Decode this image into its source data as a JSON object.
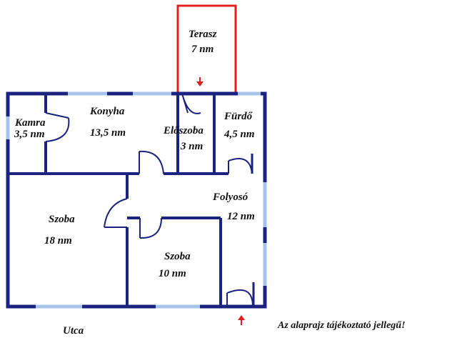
{
  "rooms": {
    "terasz": {
      "name": "Terasz",
      "area": "7 nm"
    },
    "kamra": {
      "name": "Kamra",
      "area": "3,5 nm"
    },
    "konyha": {
      "name": "Konyha",
      "area": "13,5 nm"
    },
    "eloszoba": {
      "name": "Előszoba",
      "area": "3 nm"
    },
    "furdo": {
      "name": "Fürdő",
      "area": "4,5 nm"
    },
    "folyoso": {
      "name": "Folyosó",
      "area": "12 nm"
    },
    "szoba_nagy": {
      "name": "Szoba",
      "area": "18 nm"
    },
    "szoba_kicsi": {
      "name": "Szoba",
      "area": "10 nm"
    }
  },
  "street_label": "Utca",
  "disclaimer": "Az alaprajz tájékoztató jellegű!",
  "colors": {
    "wall": "#1a237e",
    "window": "#a6c4ea",
    "terrace": "#e02020",
    "arrow": "#e02020"
  }
}
